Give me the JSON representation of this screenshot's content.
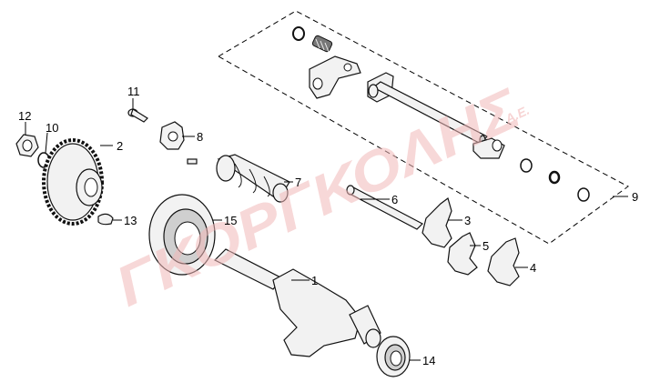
{
  "watermark": {
    "main": "ΓΚΟΡΓΚΟΛΗΣ",
    "suffix": "Α.Ε."
  },
  "callouts": [
    {
      "id": "1",
      "label": "1"
    },
    {
      "id": "2",
      "label": "2"
    },
    {
      "id": "3",
      "label": "3"
    },
    {
      "id": "4",
      "label": "4"
    },
    {
      "id": "5",
      "label": "5"
    },
    {
      "id": "6",
      "label": "6"
    },
    {
      "id": "7",
      "label": "7"
    },
    {
      "id": "8",
      "label": "8"
    },
    {
      "id": "9",
      "label": "9"
    },
    {
      "id": "10",
      "label": "10"
    },
    {
      "id": "11",
      "label": "11"
    },
    {
      "id": "12",
      "label": "12"
    },
    {
      "id": "13",
      "label": "13"
    },
    {
      "id": "14",
      "label": "14"
    },
    {
      "id": "15",
      "label": "15"
    }
  ],
  "colors": {
    "watermark": "#f2b9b9",
    "line": "#111111",
    "fill": "#f2f2f2"
  }
}
